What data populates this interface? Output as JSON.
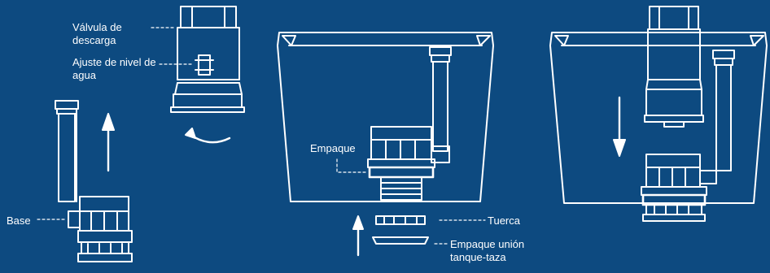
{
  "labels": {
    "valve": "Válvula de descarga",
    "water_level": "Ajuste de nivel de agua",
    "base": "Base",
    "gasket": "Empaque",
    "nut": "Tuerca",
    "tank_bowl_gasket": "Empaque unión tanque-taza"
  },
  "colors": {
    "background": "#0d4a80",
    "line": "#ffffff"
  }
}
